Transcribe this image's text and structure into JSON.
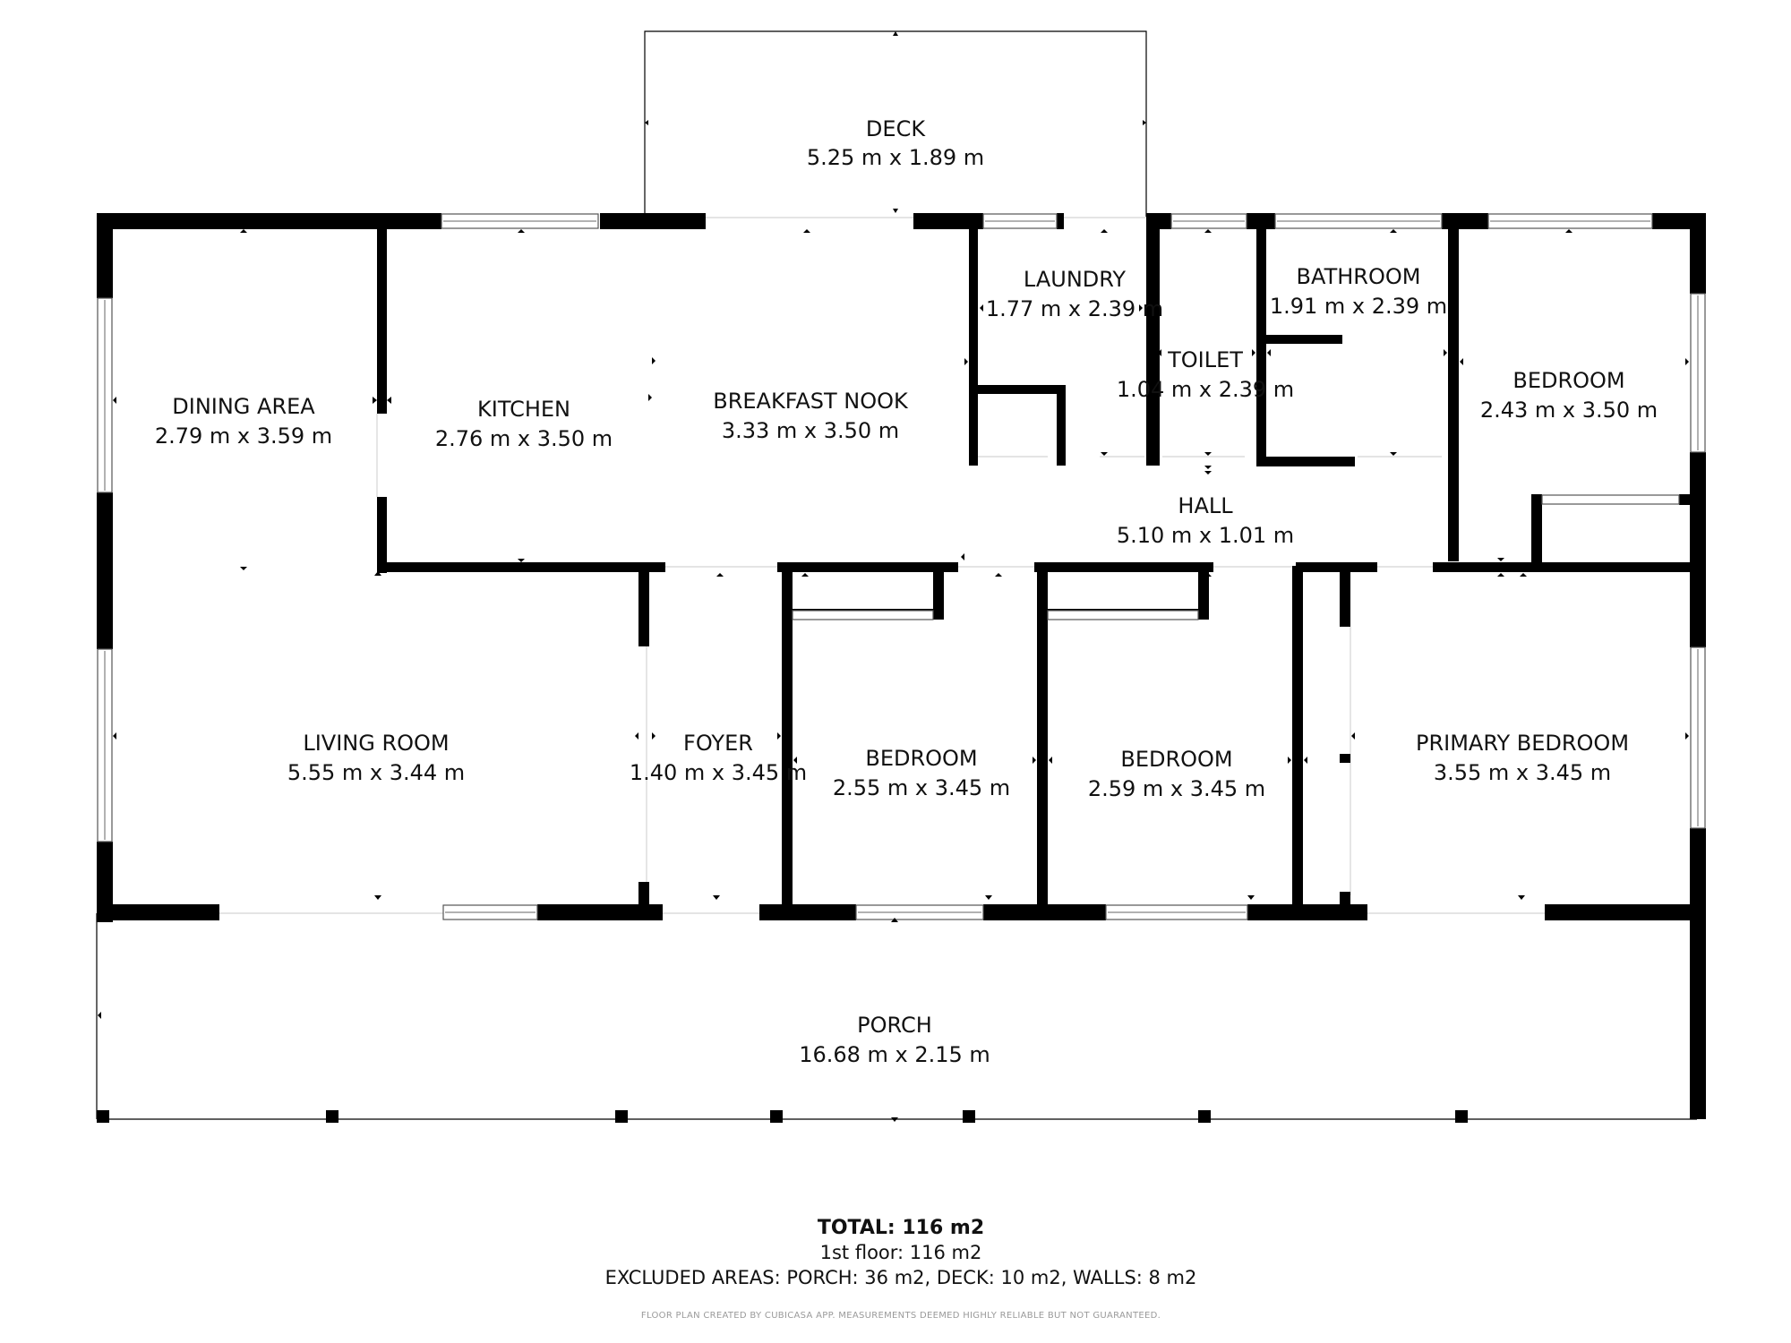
{
  "rooms": {
    "deck": {
      "name": "DECK",
      "dims": "5.25 m x 1.89 m"
    },
    "dining": {
      "name": "DINING AREA",
      "dims": "2.79 m x 3.59 m"
    },
    "kitchen": {
      "name": "KITCHEN",
      "dims": "2.76 m x 3.50 m"
    },
    "nook": {
      "name": "BREAKFAST NOOK",
      "dims": "3.33 m x 3.50 m"
    },
    "laundry": {
      "name": "LAUNDRY",
      "dims": "1.77 m x 2.39 m"
    },
    "toilet": {
      "name": "TOILET",
      "dims": "1.04 m x 2.39 m"
    },
    "bathroom": {
      "name": "BATHROOM",
      "dims": "1.91 m x 2.39 m"
    },
    "bedroom_ne": {
      "name": "BEDROOM",
      "dims": "2.43 m x 3.50 m"
    },
    "hall": {
      "name": "HALL",
      "dims": "5.10 m x 1.01 m"
    },
    "living": {
      "name": "LIVING ROOM",
      "dims": "5.55 m x 3.44 m"
    },
    "foyer": {
      "name": "FOYER",
      "dims": "1.40 m x 3.45 m"
    },
    "bedroom_2": {
      "name": "BEDROOM",
      "dims": "2.55 m x 3.45 m"
    },
    "bedroom_3": {
      "name": "BEDROOM",
      "dims": "2.59 m x 3.45 m"
    },
    "primary": {
      "name": "PRIMARY BEDROOM",
      "dims": "3.55 m x 3.45 m"
    },
    "porch": {
      "name": "PORCH",
      "dims": "16.68 m x 2.15 m"
    }
  },
  "summary": {
    "total": "TOTAL: 116 m2",
    "floor": "1st floor: 116 m2",
    "excluded": "EXCLUDED AREAS: PORCH: 36 m2, DECK: 10 m2, WALLS: 8 m2",
    "note": "FLOOR PLAN CREATED BY CUBICASA APP. MEASUREMENTS DEEMED HIGHLY RELIABLE BUT NOT GUARANTEED."
  }
}
